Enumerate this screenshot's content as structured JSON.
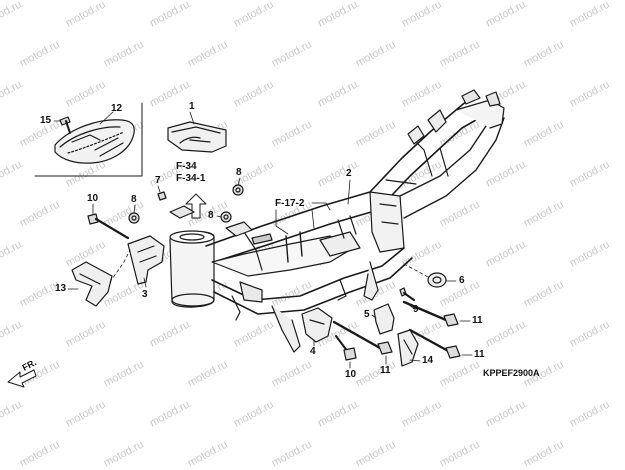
{
  "watermark": {
    "text": "motod.ru"
  },
  "diagram_code": "KPPEF2900A",
  "direction": {
    "label": "FR."
  },
  "references": [
    {
      "id": "f34",
      "lines": [
        "F-34",
        "F-34-1"
      ]
    },
    {
      "id": "f172",
      "lines": [
        "F-17-2"
      ]
    }
  ],
  "callouts": [
    {
      "id": "c15",
      "label": "15"
    },
    {
      "id": "c12",
      "label": "12"
    },
    {
      "id": "c1",
      "label": "1"
    },
    {
      "id": "c7",
      "label": "7"
    },
    {
      "id": "c8a",
      "label": "8"
    },
    {
      "id": "c8b",
      "label": "8"
    },
    {
      "id": "c8c",
      "label": "8"
    },
    {
      "id": "c2",
      "label": "2"
    },
    {
      "id": "c10a",
      "label": "10"
    },
    {
      "id": "c13",
      "label": "13"
    },
    {
      "id": "c3",
      "label": "3"
    },
    {
      "id": "c6",
      "label": "6"
    },
    {
      "id": "c9",
      "label": "9"
    },
    {
      "id": "c5",
      "label": "5"
    },
    {
      "id": "c11a",
      "label": "11"
    },
    {
      "id": "c4",
      "label": "4"
    },
    {
      "id": "c11b",
      "label": "11"
    },
    {
      "id": "c14",
      "label": "14"
    },
    {
      "id": "c11c",
      "label": "11"
    },
    {
      "id": "c10b",
      "label": "10"
    }
  ]
}
